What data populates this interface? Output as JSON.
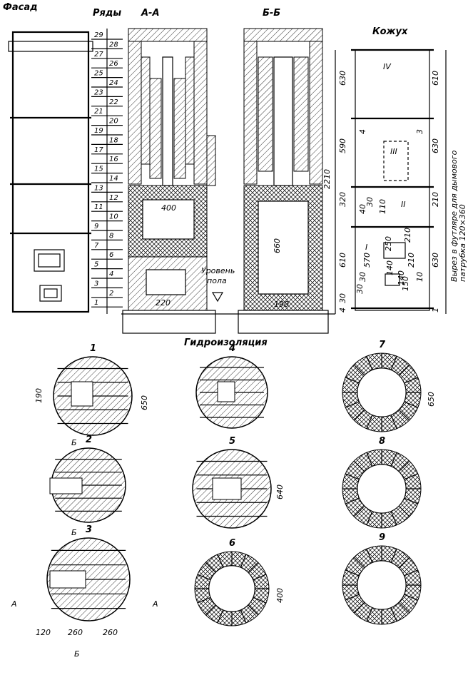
{
  "titles": {
    "facade": "Фасад",
    "rows": "Ряды",
    "section_aa": "А-А",
    "section_bb": "Б-Б",
    "casing": "Кожух",
    "floor_level_1": "Уровень",
    "floor_level_2": "пола",
    "waterproofing": "Гидроизоляция",
    "cutout_1": "Вырез в футляре для дымового",
    "cutout_2": "патрубка 120×360"
  },
  "row_numbers": [
    "29",
    "28",
    "27",
    "26",
    "25",
    "24",
    "23",
    "22",
    "21",
    "20",
    "19",
    "18",
    "17",
    "16",
    "15",
    "14",
    "13",
    "12",
    "11",
    "10",
    "9",
    "8",
    "7",
    "6",
    "5",
    "4",
    "3",
    "2",
    "1"
  ],
  "section_dims": {
    "aa_width": "400",
    "aa_ash": "220",
    "bb_height": "660",
    "bb_ash": "190",
    "total_height": "2210"
  },
  "casing_dims": {
    "left": [
      "630",
      "590",
      "320",
      "610",
      "4",
      "30"
    ],
    "right": [
      "610",
      "630",
      "210",
      "630",
      "1"
    ],
    "inner": [
      "IV",
      "III",
      "II",
      "I",
      "4",
      "3",
      "40",
      "30",
      "110",
      "250",
      "210",
      "140",
      "570",
      "30",
      "150",
      "140",
      "210",
      "10",
      "30"
    ]
  },
  "plan_labels": {
    "p1": "1",
    "p2": "2",
    "p3": "3",
    "p4": "4",
    "p5": "5",
    "p6": "6",
    "p7": "7",
    "p8": "8",
    "p9": "9",
    "p1_dim_left": "190",
    "p1_dim_right": "650",
    "p5_dim": "640",
    "p6_dim": "400",
    "p7_dim": "650",
    "p3_bottom": [
      "120",
      "260",
      "260"
    ],
    "cut_b": "Б",
    "cut_a": "А"
  }
}
